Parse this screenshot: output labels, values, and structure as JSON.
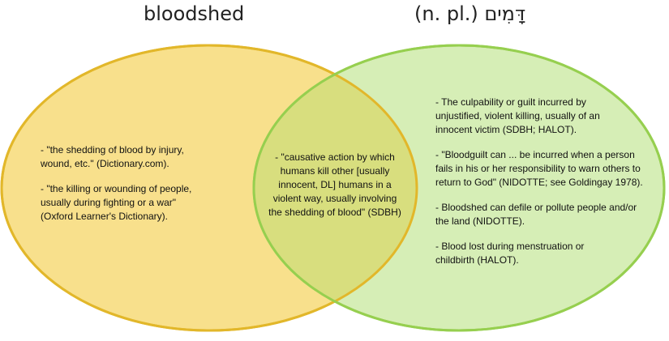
{
  "titles": {
    "left": "bloodshed",
    "right": "(n. pl.) דָּמִים"
  },
  "colors": {
    "left_fill": "#f8e08c",
    "left_stroke": "#e2b72a",
    "right_fill": "#d6eeb6",
    "right_stroke": "#96cf4f",
    "overlap_fill": "#d8de7e"
  },
  "left": {
    "items": [
      "- \"the shedding of blood by injury,\nwound, etc.\" (Dictionary.com).",
      "- \"the killing or wounding of people,\nusually during fighting or a war\"\n(Oxford Learner's Dictionary)."
    ]
  },
  "center": {
    "items": [
      "- \"causative action by which\nhumans kill other [usually\ninnocent, DL] humans in a\nviolent way, usually involving\nthe shedding of blood\" (SDBH)"
    ]
  },
  "right": {
    "items": [
      "- The culpability or guilt incurred by\nunjustified, violent killing, usually of an\ninnocent victim (SDBH; HALOT).",
      "- \"Bloodguilt can ... be incurred when a person\nfails in his or her responsibility to warn others to\nreturn to God\" (NIDOTTE; see Goldingay 1978).",
      "- Bloodshed can defile or pollute people and/or\nthe land (NIDOTTE).",
      "- Blood lost during menstruation or\nchildbirth (HALOT)."
    ]
  }
}
